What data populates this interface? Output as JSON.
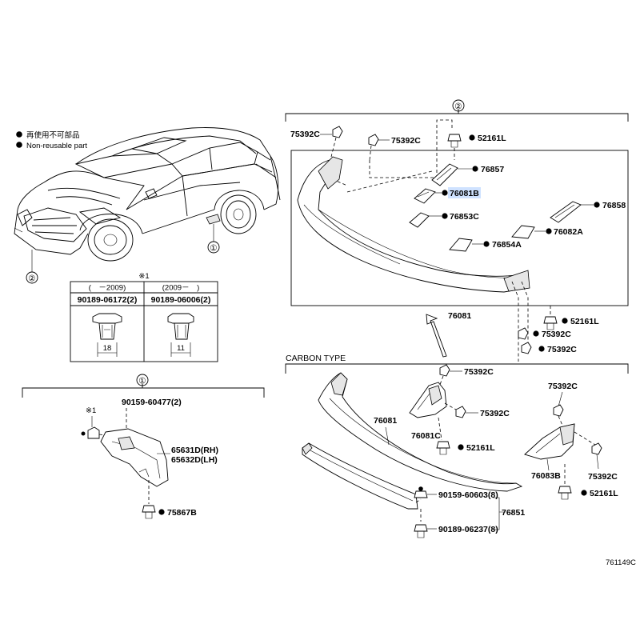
{
  "legend": {
    "jp_text": "再使用不可部品",
    "en_text": "Non-reusable part"
  },
  "callouts": {
    "c1": "①",
    "c2": "②"
  },
  "note_mark": "※1",
  "clip_table": {
    "col1_header": "(　－2009)",
    "col2_header": "(2009－　)",
    "col1_part": "90189-06172(2)",
    "col2_part": "90189-06006(2)",
    "col1_dim": "18",
    "col2_dim": "11"
  },
  "group2": {
    "labels": {
      "p75392c_a": "75392C",
      "p75392c_b": "75392C",
      "p52161l_top": "52161L",
      "p76857": "76857",
      "p76081b": "76081B",
      "p76858": "76858",
      "p76853c": "76853C",
      "p76082a": "76082A",
      "p76854a": "76854A",
      "p76081": "76081",
      "p52161l_r": "52161L",
      "p75392c_r1": "75392C",
      "p75392c_r2": "75392C"
    }
  },
  "carbon": {
    "title": "CARBON TYPE",
    "labels": {
      "p75392c_top": "75392C",
      "p75392c_mid": "75392C",
      "p76081": "76081",
      "p76081c": "76081C",
      "p52161l_mid": "52161L",
      "p75392c_r": "75392C",
      "p76083b": "76083B",
      "p75392c_r2": "75392C",
      "p52161l_r": "52161L",
      "p90159": "90159-60603(8)",
      "p76851": "76851",
      "p90189": "90189-06237(8)"
    }
  },
  "group1": {
    "labels": {
      "p90159": "90159-60477(2)",
      "note": "※1",
      "p65631d": "65631D(RH)",
      "p65632d": "65632D(LH)",
      "p75867b": "75867B"
    }
  },
  "diagram_code": "761149C",
  "highlight_color": "#cfe2ff"
}
